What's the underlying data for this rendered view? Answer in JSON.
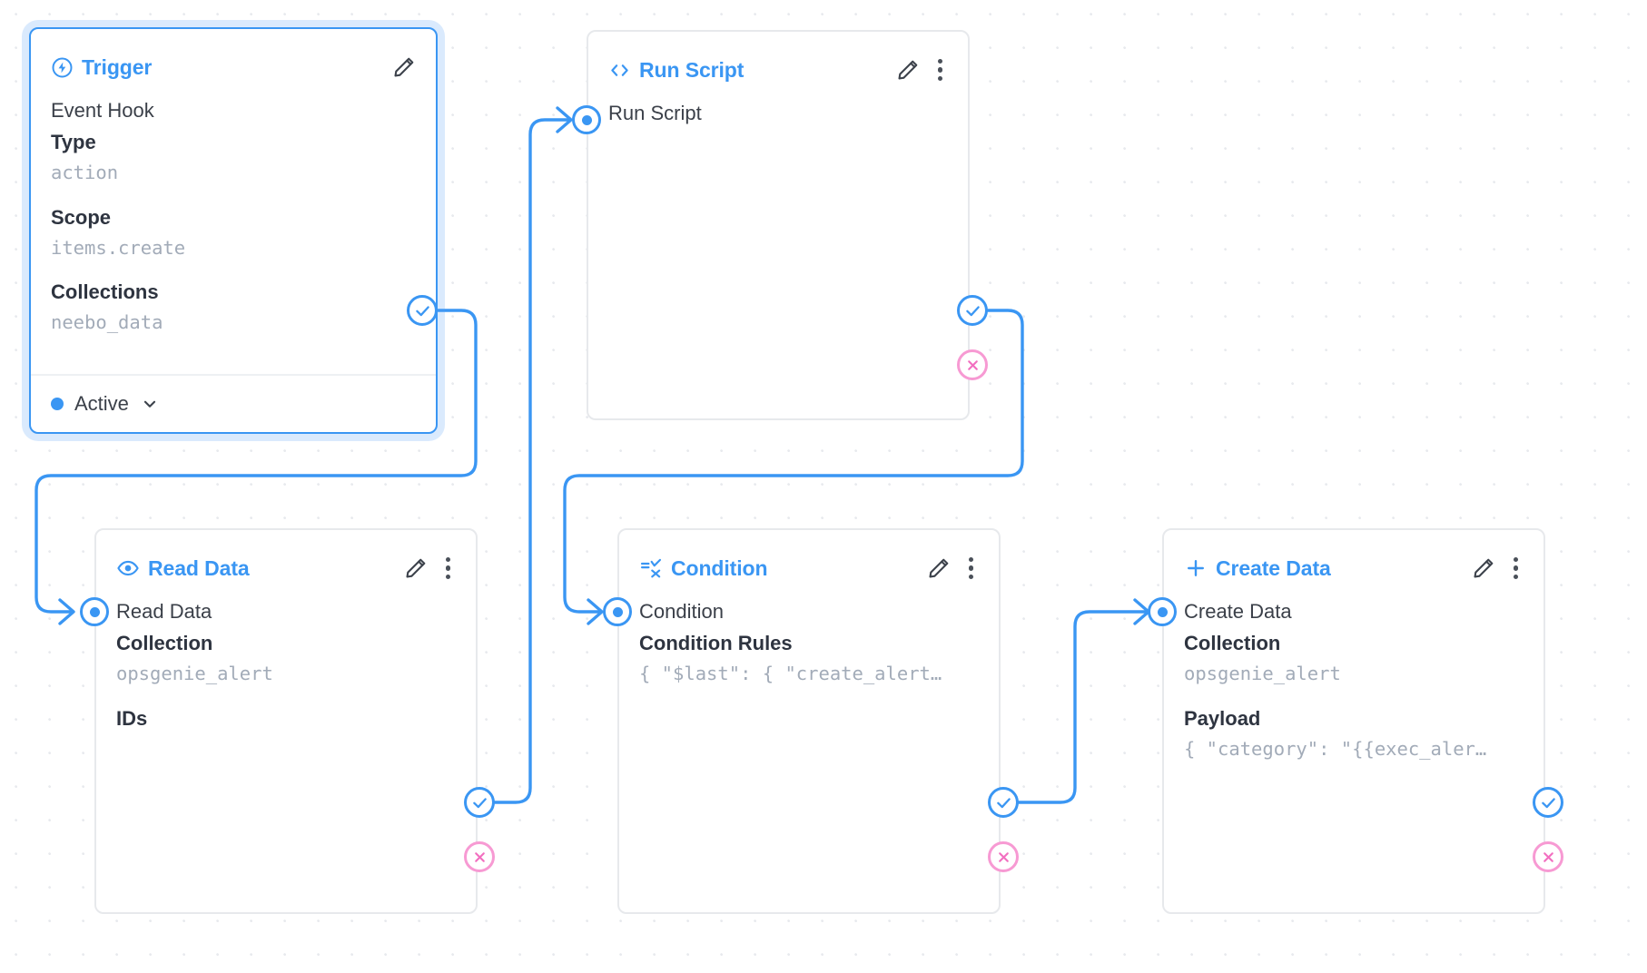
{
  "app": {
    "view": "flow-builder-canvas",
    "accent_color": "#3a96f3",
    "reject_color": "#f79ad3",
    "muted_value_color": "#a2abb8",
    "card_border_color": "#e7e9ec"
  },
  "nodes": [
    {
      "id": "trigger",
      "type_label": "Trigger",
      "type_icon": "bolt-circle-icon",
      "selected": true,
      "name": "Event Hook",
      "fields": [
        {
          "label": "Type",
          "value": "action"
        },
        {
          "label": "Scope",
          "value": "items.create"
        },
        {
          "label": "Collections",
          "value": "neebo_data"
        }
      ],
      "footer": {
        "status_label": "Active",
        "chevron": "chevron-down-icon"
      },
      "actions": {
        "edit": "pencil-icon"
      },
      "ports": {
        "success": "check-circle-icon"
      }
    },
    {
      "id": "run-script",
      "type_label": "Run Script",
      "type_icon": "code-brackets-icon",
      "selected": false,
      "name": "Run Script",
      "fields": [],
      "actions": {
        "edit": "pencil-icon",
        "menu": "three-dots-icon"
      },
      "ports": {
        "success": "check-circle-icon",
        "reject": "x-circle-icon"
      }
    },
    {
      "id": "read-data",
      "type_label": "Read Data",
      "type_icon": "eye-icon",
      "selected": false,
      "name": "Read Data",
      "fields": [
        {
          "label": "Collection",
          "value": "opsgenie_alert"
        },
        {
          "label": "IDs",
          "value": ""
        }
      ],
      "actions": {
        "edit": "pencil-icon",
        "menu": "three-dots-icon"
      },
      "ports": {
        "success": "check-circle-icon",
        "reject": "x-circle-icon"
      }
    },
    {
      "id": "condition",
      "type_label": "Condition",
      "type_icon": "filter-rules-icon",
      "selected": false,
      "name": "Condition",
      "fields": [
        {
          "label": "Condition Rules",
          "value": "{ \"$last\": { \"create_alert…"
        }
      ],
      "actions": {
        "edit": "pencil-icon",
        "menu": "three-dots-icon"
      },
      "ports": {
        "success": "check-circle-icon",
        "reject": "x-circle-icon"
      }
    },
    {
      "id": "create-data",
      "type_label": "Create Data",
      "type_icon": "plus-icon",
      "selected": false,
      "name": "Create Data",
      "fields": [
        {
          "label": "Collection",
          "value": "opsgenie_alert"
        },
        {
          "label": "Payload",
          "value": "{ \"category\": \"{{exec_aler…"
        }
      ],
      "actions": {
        "edit": "pencil-icon",
        "menu": "three-dots-icon"
      },
      "ports": {
        "success": "check-circle-icon",
        "reject": "x-circle-icon"
      }
    }
  ],
  "edges": [
    {
      "from": "trigger",
      "to": "read-data",
      "branch": "success"
    },
    {
      "from": "read-data",
      "to": "run-script",
      "branch": "success"
    },
    {
      "from": "run-script",
      "to": "condition",
      "branch": "success"
    },
    {
      "from": "condition",
      "to": "create-data",
      "branch": "success"
    }
  ]
}
